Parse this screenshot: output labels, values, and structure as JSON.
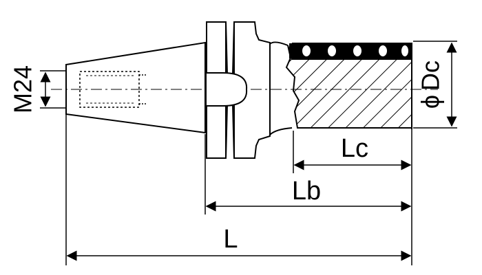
{
  "drawing": {
    "labels": {
      "thread": "M24",
      "diameter_symbol": "ϕ",
      "diameter": "Dc",
      "cutter_length": "Lc",
      "body_length": "Lb",
      "overall_length": "L"
    }
  }
}
